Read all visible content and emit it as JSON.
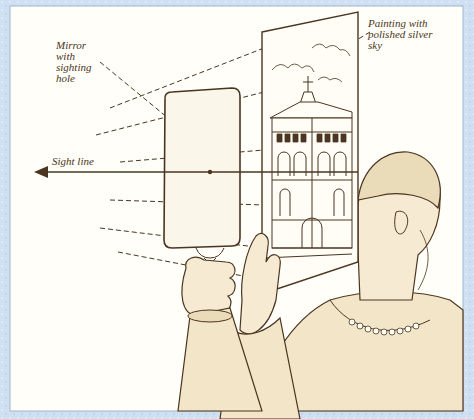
{
  "diagram": {
    "labels": [
      "Mirror with sighting hole",
      "Painting with polished silver sky",
      "Sight line"
    ]
  }
}
